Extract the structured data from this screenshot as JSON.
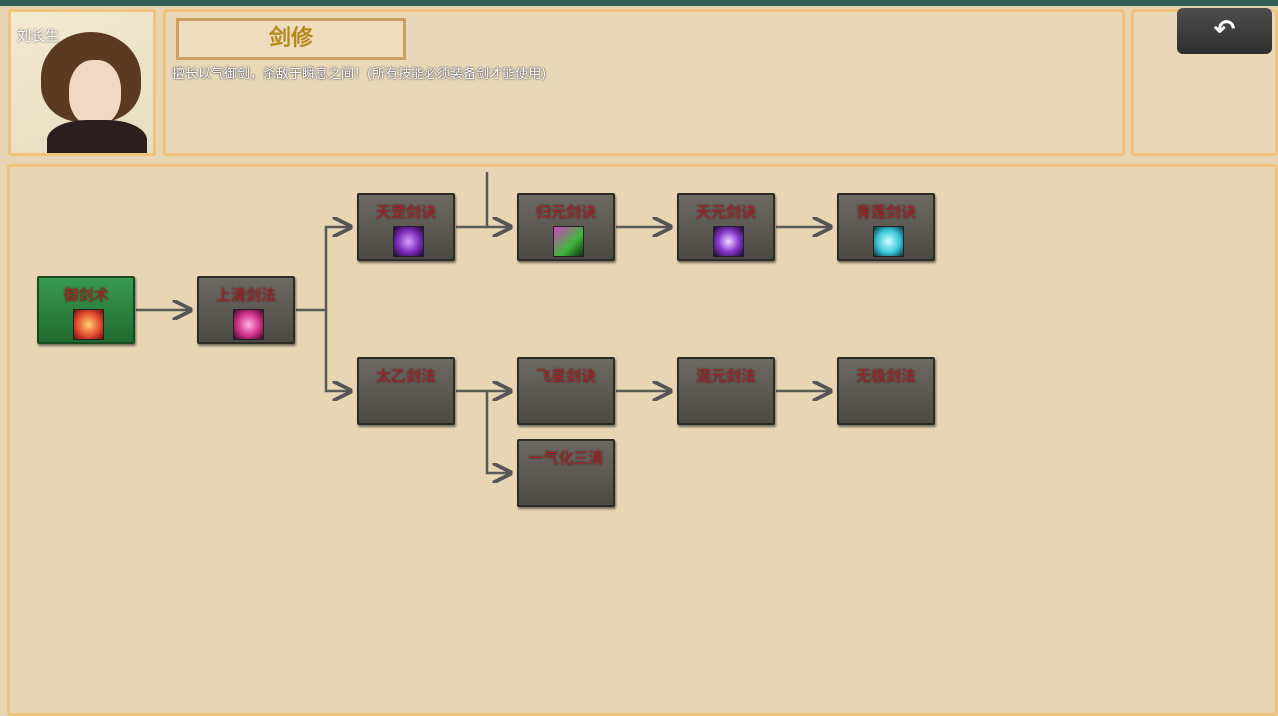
{
  "character": {
    "name": "刘长生"
  },
  "class": {
    "title": "剑修",
    "description": "擅长以气御剑，杀敌于瞬息之间！(所有技能必须装备剑才能使用)"
  },
  "back_button": {
    "icon": "undo-arrow-icon",
    "glyph": "↶"
  },
  "skills": [
    {
      "id": "yujianshu",
      "label": "御剑术",
      "active": true,
      "icon": "flame-icon",
      "color": "#e0452a"
    },
    {
      "id": "shangqing",
      "label": "上清剑法",
      "icon": "pink-slash-icon",
      "color": "#d0308a"
    },
    {
      "id": "tiangang",
      "label": "天罡剑诀",
      "icon": "yin-yang-icon",
      "color": "#7a2ab8"
    },
    {
      "id": "guiyuan",
      "label": "归元剑诀",
      "icon": "green-swirl-icon",
      "color": "#3fb83a"
    },
    {
      "id": "tianyuan",
      "label": "天元剑诀",
      "icon": "purple-skull-icon",
      "color": "#8a3ad0"
    },
    {
      "id": "qinglian",
      "label": "青莲剑诀",
      "icon": "cyan-lotus-icon",
      "color": "#3ac8d8"
    },
    {
      "id": "taiyi",
      "label": "太乙剑法"
    },
    {
      "id": "feixing",
      "label": "飞星剑诀"
    },
    {
      "id": "hunyuan",
      "label": "混元剑法"
    },
    {
      "id": "wuji",
      "label": "无极剑法"
    },
    {
      "id": "yiqi",
      "label": "一气化三清"
    }
  ]
}
